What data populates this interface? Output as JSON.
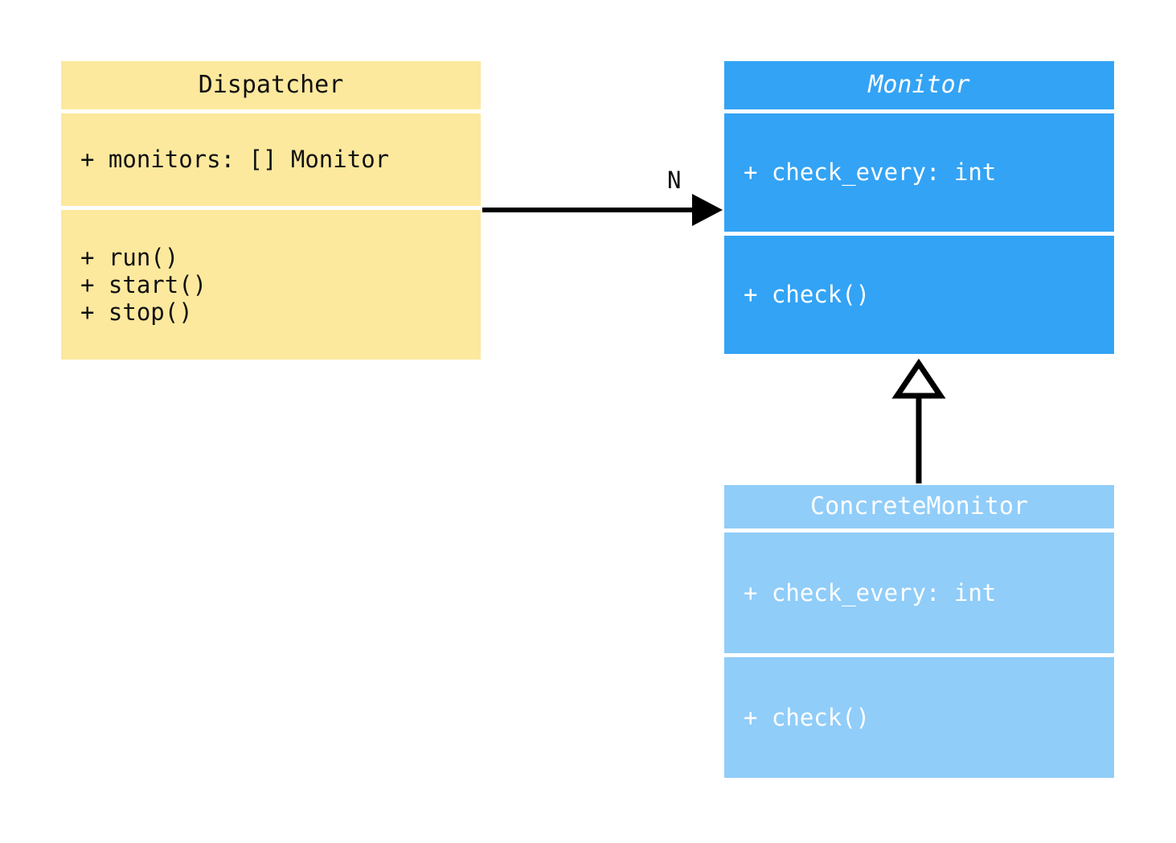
{
  "diagram": {
    "kind": "uml-class-diagram",
    "classes": [
      {
        "id": "dispatcher",
        "name": "Dispatcher",
        "abstract": false,
        "fill": "#fce99e",
        "text_color": "#111111",
        "attributes": [
          "+ monitors: [] Monitor"
        ],
        "operations": [
          "+ run()",
          "+ start()",
          "+ stop()"
        ]
      },
      {
        "id": "monitor",
        "name": "Monitor",
        "abstract": true,
        "fill": "#33a3f5",
        "text_color": "#ffffff",
        "attributes": [
          "+ check_every: int"
        ],
        "operations": [
          "+ check()"
        ]
      },
      {
        "id": "concretemonitor",
        "name": "ConcreteMonitor",
        "abstract": false,
        "fill": "#90cdf9",
        "text_color": "#ffffff",
        "attributes": [
          "+ check_every: int"
        ],
        "operations": [
          "+ check()"
        ]
      }
    ],
    "relationships": [
      {
        "id": "dispatcher-monitor",
        "type": "association",
        "from": "Dispatcher",
        "to": "Monitor",
        "arrowhead": "filled-triangle",
        "line": "solid",
        "multiplicity_label": "N",
        "color": "#000000"
      },
      {
        "id": "concretemonitor-monitor",
        "type": "generalization",
        "from": "ConcreteMonitor",
        "to": "Monitor",
        "arrowhead": "hollow-triangle",
        "line": "solid",
        "multiplicity_label": "",
        "color": "#000000"
      }
    ]
  }
}
